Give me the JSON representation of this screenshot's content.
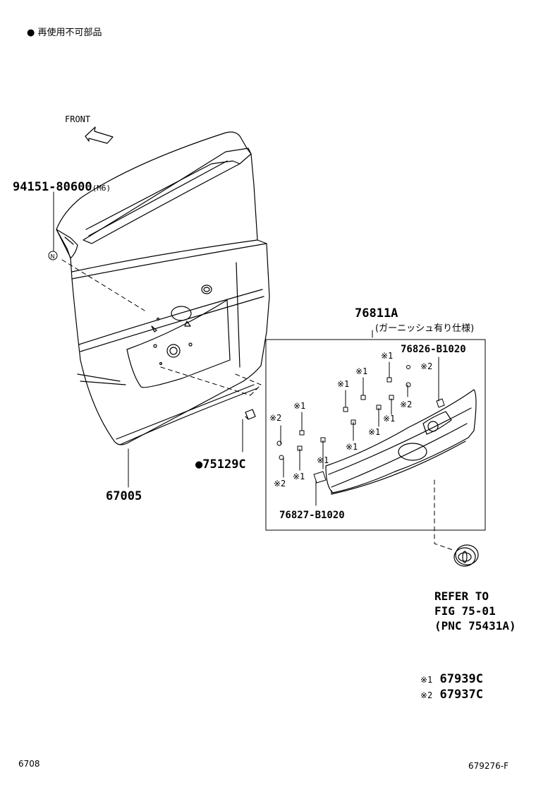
{
  "legend_note": {
    "bullet": "●",
    "text": "再使用不可部品"
  },
  "front_label": "FRONT",
  "parts": {
    "bolt": {
      "number": "94151-80600",
      "suffix": "(M6)"
    },
    "back_door_panel": "67005",
    "clip_single_use": {
      "bullet": "●",
      "number": "75129C"
    },
    "garnish_assy": {
      "number": "76811A",
      "note": "(ガーニッシュ有り仕様)"
    },
    "upper_plug": "76826-B1020",
    "lower_plug": "76827-B1020",
    "clip_ref1": "67939C",
    "clip_ref2": "67937C"
  },
  "marks": {
    "m1": "※1",
    "m2": "※2"
  },
  "reference": {
    "line1": "REFER TO",
    "line2": "FIG 75-01",
    "line3": "(PNC 75431A)"
  },
  "footer": {
    "left": "6708",
    "right": "679276-F"
  }
}
